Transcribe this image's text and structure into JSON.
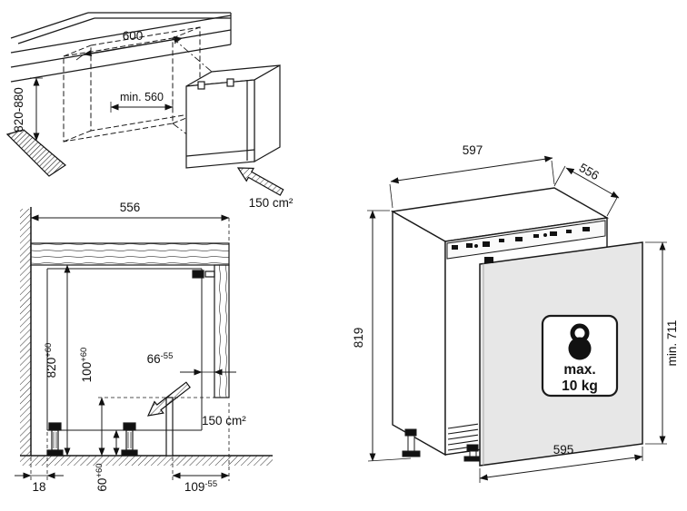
{
  "fig_niche": {
    "width": "600",
    "depth": "min. 560",
    "height_range": "820-880",
    "vent_area": "150 cm²"
  },
  "fig_section": {
    "depth": "556",
    "niche_height": "820",
    "niche_height_tol": "+60",
    "plinth_height": "100",
    "plinth_height_tol": "+60",
    "front_gap": "66",
    "front_gap_tol": "-55",
    "vent_area": "150 cm²",
    "rear_clearance": "18",
    "foot_adjust": "60",
    "foot_adjust_tol": "+60",
    "plinth_depth": "109",
    "plinth_depth_tol": "-55"
  },
  "fig_appliance": {
    "width": "597",
    "depth": "556",
    "height": "819",
    "door_min_height": "min. 711",
    "base_width": "595",
    "door_weight_max": "max.",
    "door_weight_value": "10 kg"
  }
}
